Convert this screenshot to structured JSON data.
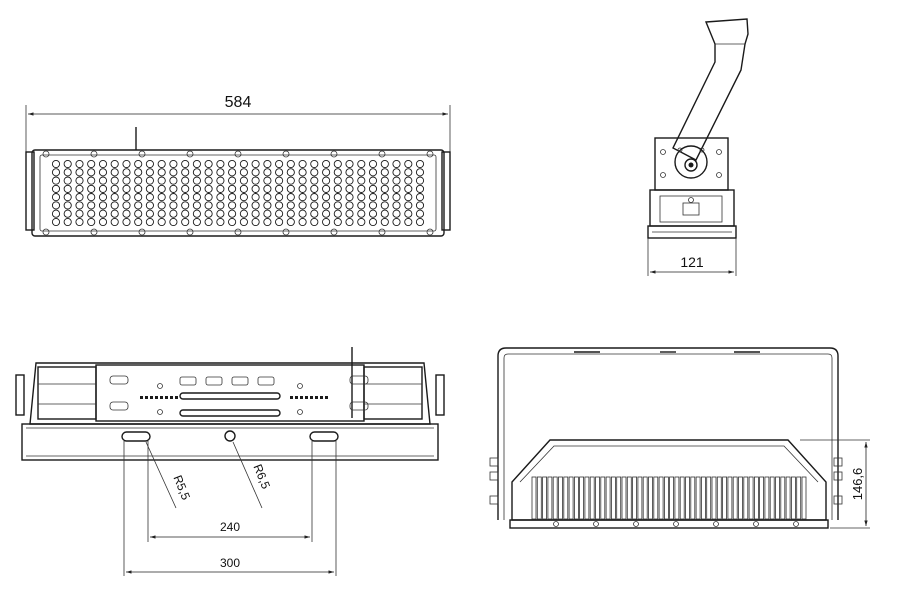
{
  "dimensions": {
    "length": "584",
    "depth": "121",
    "hole_spacing_inner": "240",
    "hole_spacing_outer": "300",
    "slot_radius": "R5,5",
    "hole_radius": "R6,5",
    "height": "146,6"
  },
  "led_grid": {
    "columns": 32,
    "rows": 8
  }
}
